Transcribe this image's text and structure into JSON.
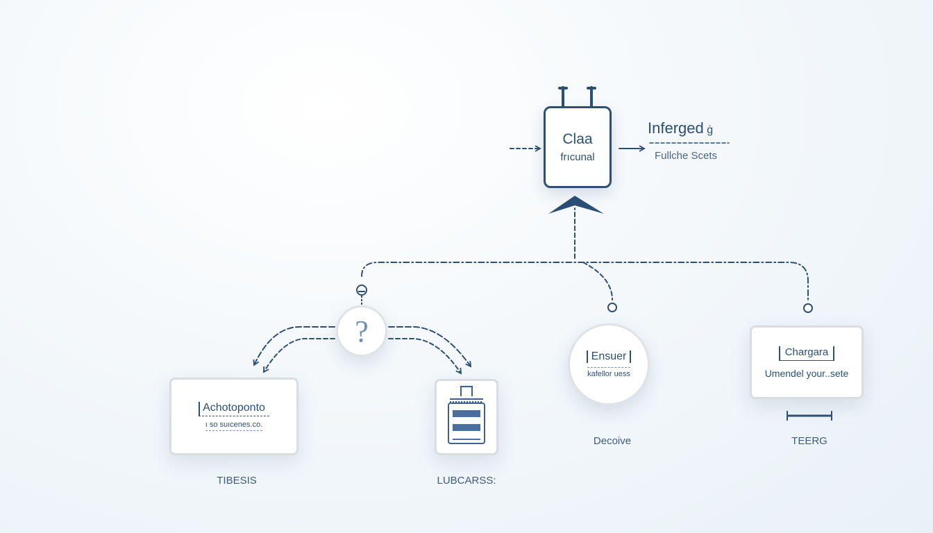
{
  "top_node": {
    "line1": "Claa",
    "line2": "frıcunal"
  },
  "top_side": {
    "title": "Inferged",
    "title_suffix": "ġ",
    "subtitle": "Fullche Scets"
  },
  "question_node": {
    "glyph": "?"
  },
  "node_left": {
    "line1": "Achotoponto",
    "line2": "ı so suıcenes.co.",
    "caption": "TIBESIS"
  },
  "node_suitcase": {
    "caption": "LUBCARSS:"
  },
  "node_circle": {
    "line1": "Ensuer",
    "line2": "kafellor uess",
    "caption": "Decoive"
  },
  "node_right": {
    "line1": "Chargara",
    "line2": "Umendel your..sete",
    "caption": "TEERG"
  },
  "colors": {
    "line": "#2c4f75",
    "accent": "#4a7fb0",
    "box_border": "#d9dde1"
  }
}
